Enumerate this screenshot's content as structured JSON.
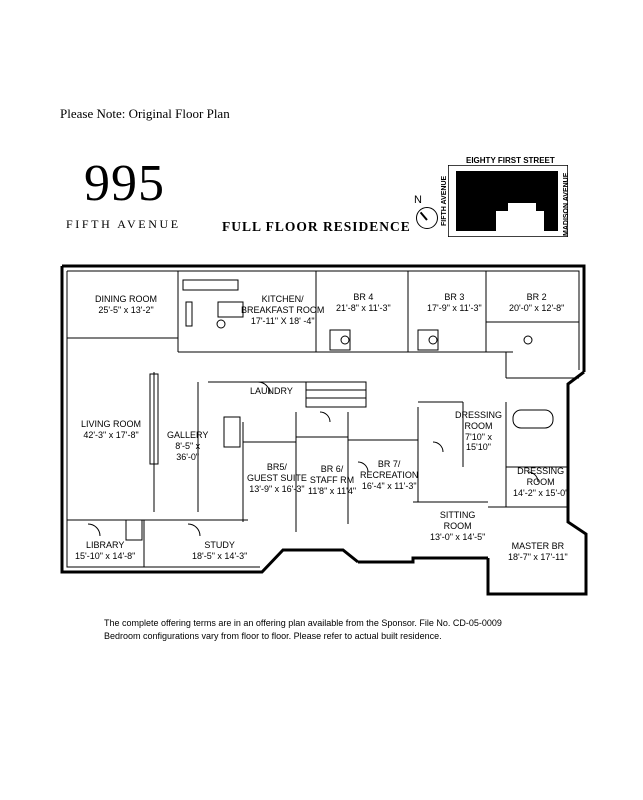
{
  "header": {
    "note": "Please Note: Original Floor Plan",
    "number": "995",
    "address": "FIFTH AVENUE",
    "subtitle": "FULL FLOOR RESIDENCE"
  },
  "key_map": {
    "north": "N",
    "street_top": "EIGHTY FIRST STREET",
    "street_left": "FIFTH AVENUE",
    "street_right": "MADISON AVENUE"
  },
  "rooms": [
    {
      "id": "dining-room",
      "name": "DINING ROOM",
      "dims": "25'-5\" x 13'-2\""
    },
    {
      "id": "kitchen",
      "name": "KITCHEN/",
      "name2": "BREAKFAST ROOM",
      "dims": "17'-11\" X 18' -4\""
    },
    {
      "id": "br4",
      "name": "BR 4",
      "dims": "21'-8\" x 11'-3\""
    },
    {
      "id": "br3",
      "name": "BR 3",
      "dims": "17'-9\" x 11'-3\""
    },
    {
      "id": "br2",
      "name": "BR 2",
      "dims": "20'-0\" x 12'-8\""
    },
    {
      "id": "laundry",
      "name": "LAUNDRY"
    },
    {
      "id": "living-room",
      "name": "LIVING ROOM",
      "dims": "42'-3\" x 17'-8\""
    },
    {
      "id": "gallery",
      "name": "GALLERY",
      "dims": "8'-5\" x",
      "dims2": "36'-0\""
    },
    {
      "id": "br5",
      "name": "BR5/",
      "name2": "GUEST SUITE",
      "dims": "13'-9\" x 16'-3\""
    },
    {
      "id": "br6",
      "name": "BR 6/",
      "name2": "STAFF RM",
      "dims": "11'8\" x 11'4\""
    },
    {
      "id": "br7",
      "name": "BR 7/",
      "name2": "RECREATION",
      "dims": "16'-4\" x 11'-3\""
    },
    {
      "id": "dressing-room-1",
      "name": "DRESSING",
      "name2": "ROOM",
      "dims": "7'10\" x",
      "dims2": "15'10\""
    },
    {
      "id": "dressing-room-2",
      "name": "DRESSING",
      "name2": "ROOM",
      "dims": "14'-2\" x 15'-0\""
    },
    {
      "id": "sitting-room",
      "name": "SITTING",
      "name2": "ROOM",
      "dims": "13'-0\" x 14'-5\""
    },
    {
      "id": "library",
      "name": "LIBRARY",
      "dims": "15'-10\" x 14'-8\""
    },
    {
      "id": "study",
      "name": "STUDY",
      "dims": "18'-5\" x 14'-3\""
    },
    {
      "id": "master-br",
      "name": "MASTER BR",
      "dims": "18'-7\" x 17'-11\""
    }
  ],
  "footer": {
    "line1": "The complete offering terms are in an offering plan available from the Sponsor.  File No. CD-05-0009",
    "line2": "Bedroom configurations vary from floor to floor.  Please refer to actual built residence."
  }
}
